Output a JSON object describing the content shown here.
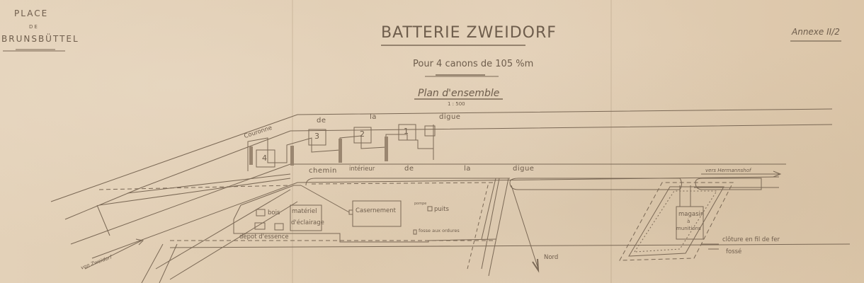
{
  "header": {
    "place_line1": "PLACE",
    "place_line2": "DE",
    "place_line3": "BRUNSBÜTTEL",
    "title": "BATTERIE ZWEIDORF",
    "subtitle": "Pour 4 canons de 105 %m",
    "plan_label": "Plan d'ensemble",
    "scale": "1 : 500",
    "annex": "Annexe II/2"
  },
  "labels": {
    "couronne": "Couronne",
    "de_top": "de",
    "la_top": "la",
    "digue_top": "digue",
    "chemin": "chemin",
    "interieur": "intérieur",
    "de_mid": "de",
    "la_mid": "la",
    "digue_mid": "digue",
    "vers_hermannshof": "vers Hermannshof",
    "von_zweidorf": "von Zweidorf",
    "bois": "bois",
    "materiel_1": "matériel",
    "materiel_2": "d'éclairage",
    "depot_essence": "dépot d'essence",
    "casernement": "Casernement",
    "pompe": "pompe",
    "puits": "puits",
    "fosse_ordures": "fosse aux ordures",
    "nord": "Nord",
    "magasin_1": "magasin",
    "magasin_2": "à",
    "magasin_3": "munitions",
    "cloture": "clôture en fil de fer",
    "fosse": "fossé"
  },
  "gun_positions": [
    {
      "number": "1"
    },
    {
      "number": "2"
    },
    {
      "number": "3"
    },
    {
      "number": "4"
    }
  ],
  "colors": {
    "paper": "#e0cdb2",
    "ink": "#6e5d4c"
  }
}
